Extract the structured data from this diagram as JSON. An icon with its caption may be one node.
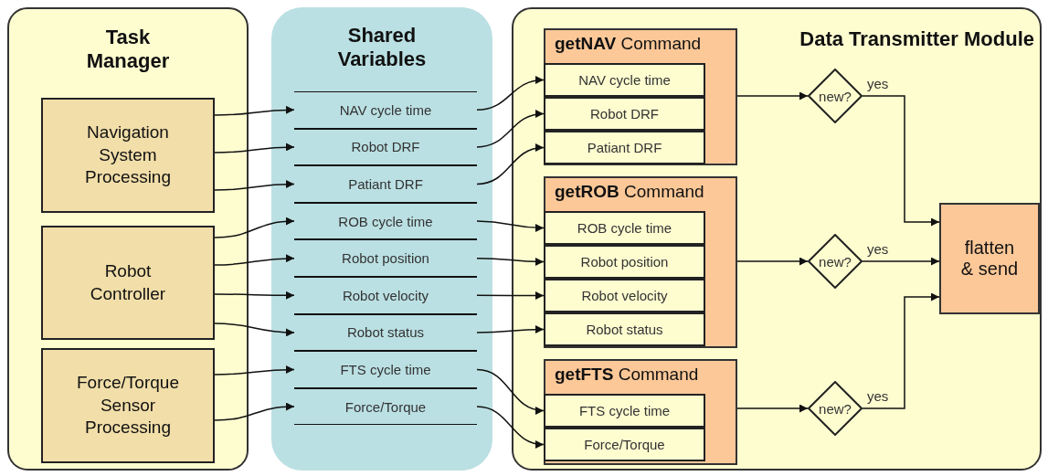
{
  "diagram": {
    "nodes": [
      {
        "text": [
          "Task Manager"
        ]
      },
      {
        "text": [
          "Navigation System Processing"
        ],
        "in": 0
      },
      {
        "text": [
          "Robot Controller"
        ],
        "in": 0
      },
      {
        "text": [
          "Force/Torque Sensor Processing"
        ],
        "in": 0
      },
      {
        "text": [
          "Shared Variables"
        ]
      },
      {
        "text": [
          "NAV cycle time"
        ],
        "in": 4
      },
      {
        "text": [
          "Robot DRF"
        ],
        "in": 4
      },
      {
        "text": [
          "Patiant DRF"
        ],
        "in": 4
      },
      {
        "text": [
          "ROB cycle time"
        ],
        "in": 4
      },
      {
        "text": [
          "Robot position"
        ],
        "in": 4
      },
      {
        "text": [
          "Robot velocity"
        ],
        "in": 4
      },
      {
        "text": [
          "Robot status"
        ],
        "in": 4
      },
      {
        "text": [
          "FTS cycle time"
        ],
        "in": 4
      },
      {
        "text": [
          "Force/Torque"
        ],
        "in": 4
      },
      {
        "text": [
          "Data Transmitter Module"
        ]
      },
      {
        "text": [
          "**getNAV** Command"
        ],
        "in": 14
      },
      {
        "text": [
          "NAV cycle time"
        ],
        "in": 15
      },
      {
        "text": [
          "Robot DRF"
        ],
        "in": 15
      },
      {
        "text": [
          "Patiant DRF"
        ],
        "in": 15
      },
      {
        "text": [
          "**getROB** Command"
        ],
        "in": 14
      },
      {
        "text": [
          "ROB cycle time"
        ],
        "in": 19
      },
      {
        "text": [
          "Robot position"
        ],
        "in": 19
      },
      {
        "text": [
          "Robot velocity"
        ],
        "in": 19
      },
      {
        "text": [
          "Robot status"
        ],
        "in": 19
      },
      {
        "text": [
          "**getFTS** Command"
        ],
        "in": 14
      },
      {
        "text": [
          "FTS cycle time"
        ],
        "in": 24
      },
      {
        "text": [
          "Force/Torque"
        ],
        "in": 24
      },
      {
        "text": [
          "new?"
        ],
        "in": 14
      },
      {
        "text": [
          "new?"
        ],
        "in": 14
      },
      {
        "text": [
          "new?"
        ],
        "in": 14
      },
      {
        "text": [
          "flatten & send"
        ],
        "in": 14
      }
    ],
    "edges": [
      {
        "from": 1,
        "to": 5,
        "arrow": "to"
      },
      {
        "from": 1,
        "to": 6,
        "arrow": "to"
      },
      {
        "from": 1,
        "to": 7,
        "arrow": "to"
      },
      {
        "from": 2,
        "to": 8,
        "arrow": "to"
      },
      {
        "from": 2,
        "to": 9,
        "arrow": "to"
      },
      {
        "from": 2,
        "to": 10,
        "arrow": "to"
      },
      {
        "from": 2,
        "to": 11,
        "arrow": "to"
      },
      {
        "from": 3,
        "to": 12,
        "arrow": "to"
      },
      {
        "from": 3,
        "to": 13,
        "arrow": "to"
      },
      {
        "from": 5,
        "to": 16,
        "arrow": "to"
      },
      {
        "from": 6,
        "to": 17,
        "arrow": "to"
      },
      {
        "from": 7,
        "to": 18,
        "arrow": "to"
      },
      {
        "from": 8,
        "to": 20,
        "arrow": "to"
      },
      {
        "from": 9,
        "to": 21,
        "arrow": "to"
      },
      {
        "from": 10,
        "to": 22,
        "arrow": "to"
      },
      {
        "from": 11,
        "to": 23,
        "arrow": "to"
      },
      {
        "from": 12,
        "to": 25,
        "arrow": "to"
      },
      {
        "from": 13,
        "to": 26,
        "arrow": "to"
      },
      {
        "from": 15,
        "to": 27,
        "arrow": "to"
      },
      {
        "from": 19,
        "to": 28,
        "arrow": "to"
      },
      {
        "from": 24,
        "to": 29,
        "arrow": "to"
      },
      {
        "from": 27,
        "to": 30,
        "arrow": "to",
        "label": "yes"
      },
      {
        "from": 28,
        "to": 30,
        "arrow": "to",
        "label": "yes"
      },
      {
        "from": 29,
        "to": 30,
        "arrow": "to",
        "label": "yes"
      }
    ]
  }
}
